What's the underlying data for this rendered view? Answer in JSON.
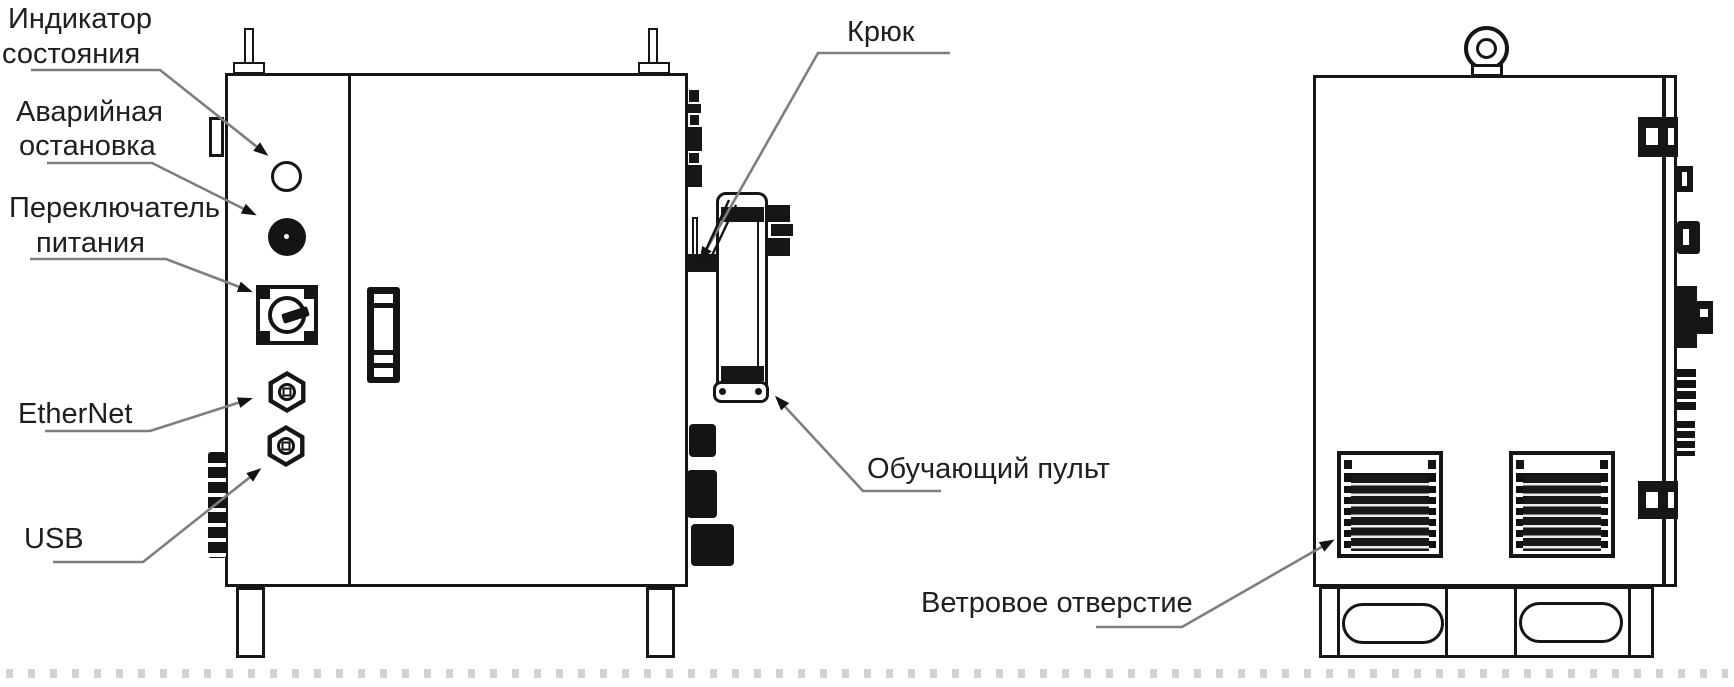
{
  "diagram_type": "cabinet-controller-technical-drawing",
  "colors": {
    "line": "#161616",
    "leader_line": "#7e7e7e",
    "text": "#1f1f1f",
    "background": "#ffffff"
  },
  "callouts": {
    "status_indicator": {
      "lines": [
        "Индикатор",
        "состояния"
      ]
    },
    "emergency_stop": {
      "lines": [
        "Аварийная",
        "остановка"
      ]
    },
    "power_switch": {
      "lines": [
        "Переключатель",
        "питания"
      ]
    },
    "ethernet": {
      "lines": [
        "EtherNet"
      ]
    },
    "usb": {
      "lines": [
        "USB"
      ]
    },
    "hook": {
      "lines": [
        "Крюк"
      ]
    },
    "teach_pendant": {
      "lines": [
        "Обучающий пульт"
      ]
    },
    "vent": {
      "lines": [
        "Ветровое отверстие"
      ]
    }
  }
}
